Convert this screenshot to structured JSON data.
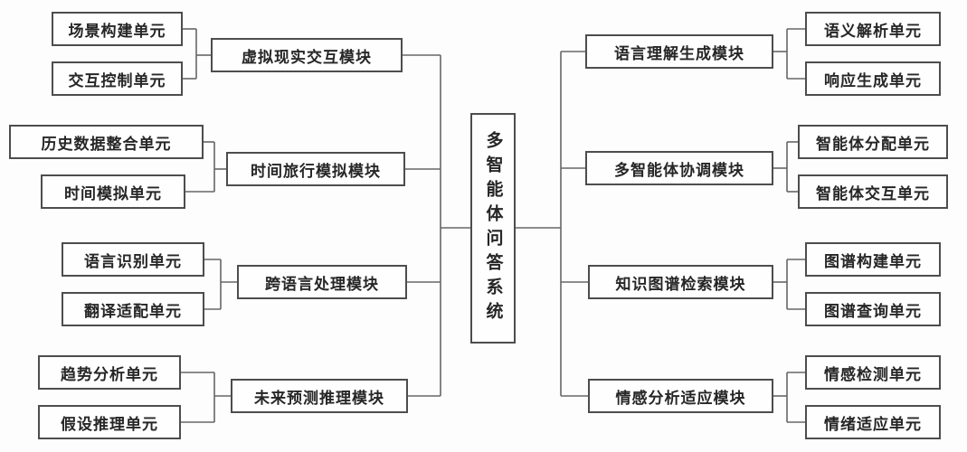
{
  "diagram": {
    "center": {
      "label": "多智能体问答系统"
    },
    "left_branches": [
      {
        "module": "虚拟现实交互模块",
        "units": [
          "场景构建单元",
          "交互控制单元"
        ]
      },
      {
        "module": "时间旅行模拟模块",
        "units": [
          "历史数据整合单元",
          "时间模拟单元"
        ]
      },
      {
        "module": "跨语言处理模块",
        "units": [
          "语言识别单元",
          "翻译适配单元"
        ]
      },
      {
        "module": "未来预测推理模块",
        "units": [
          "趋势分析单元",
          "假设推理单元"
        ]
      }
    ],
    "right_branches": [
      {
        "module": "语言理解生成模块",
        "units": [
          "语义解析单元",
          "响应生成单元"
        ]
      },
      {
        "module": "多智能体协调模块",
        "units": [
          "智能体分配单元",
          "智能体交互单元"
        ]
      },
      {
        "module": "知识图谱检索模块",
        "units": [
          "图谱构建单元",
          "图谱查询单元"
        ]
      },
      {
        "module": "情感分析适应模块",
        "units": [
          "情感检测单元",
          "情绪适应单元"
        ]
      }
    ]
  }
}
